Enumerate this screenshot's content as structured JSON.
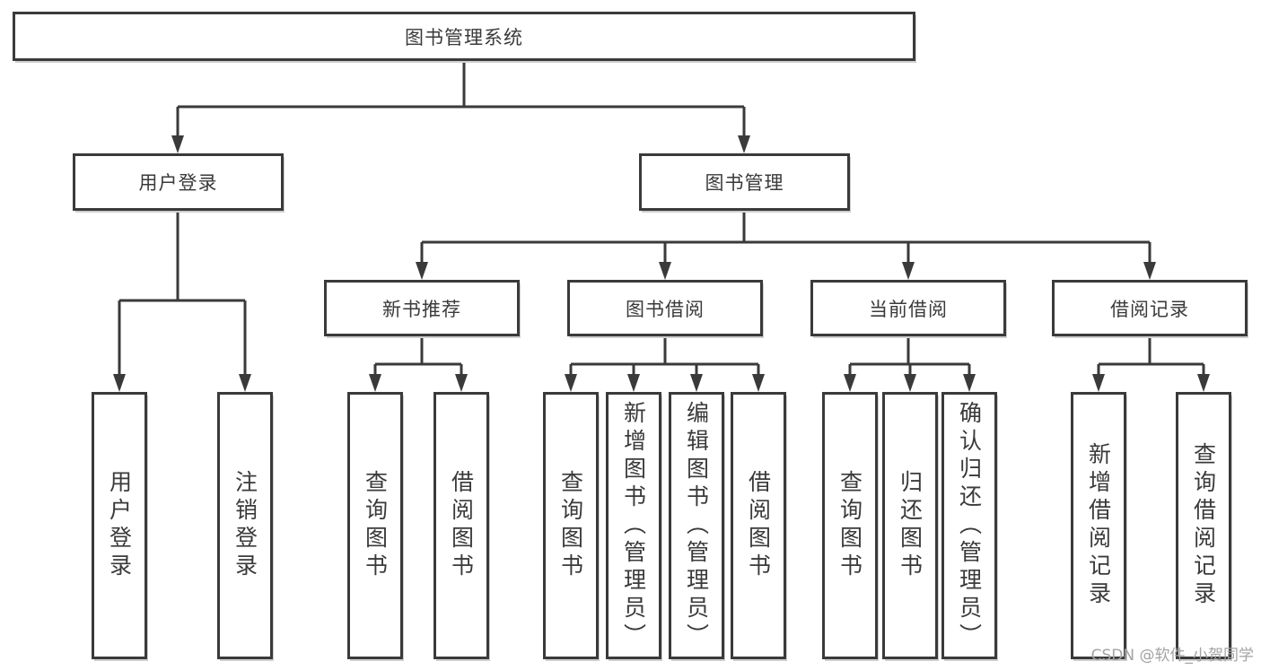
{
  "diagram_title": "图书管理系统",
  "tree": {
    "label": "图书管理系统",
    "children": [
      {
        "label": "用户登录",
        "children": [
          {
            "label": "用户登录"
          },
          {
            "label": "注销登录"
          }
        ]
      },
      {
        "label": "图书管理",
        "children": [
          {
            "label": "新书推荐",
            "children": [
              {
                "label": "查询图书"
              },
              {
                "label": "借阅图书"
              }
            ]
          },
          {
            "label": "图书借阅",
            "children": [
              {
                "label": "查询图书"
              },
              {
                "label": "新增图书（管理员）"
              },
              {
                "label": "编辑图书（管理员）"
              },
              {
                "label": "借阅图书"
              }
            ]
          },
          {
            "label": "当前借阅",
            "children": [
              {
                "label": "查询图书"
              },
              {
                "label": "归还图书"
              },
              {
                "label": "确认归还（管理员）"
              }
            ]
          },
          {
            "label": "借阅记录",
            "children": [
              {
                "label": "新增借阅记录"
              },
              {
                "label": "查询借阅记录"
              }
            ]
          }
        ]
      }
    ]
  },
  "watermark": {
    "text": "CSDN @软件_小贺同学"
  },
  "colors": {
    "line": "#3a3a3a",
    "box_background": "#ffffff",
    "watermark": "#a3a3a3"
  }
}
